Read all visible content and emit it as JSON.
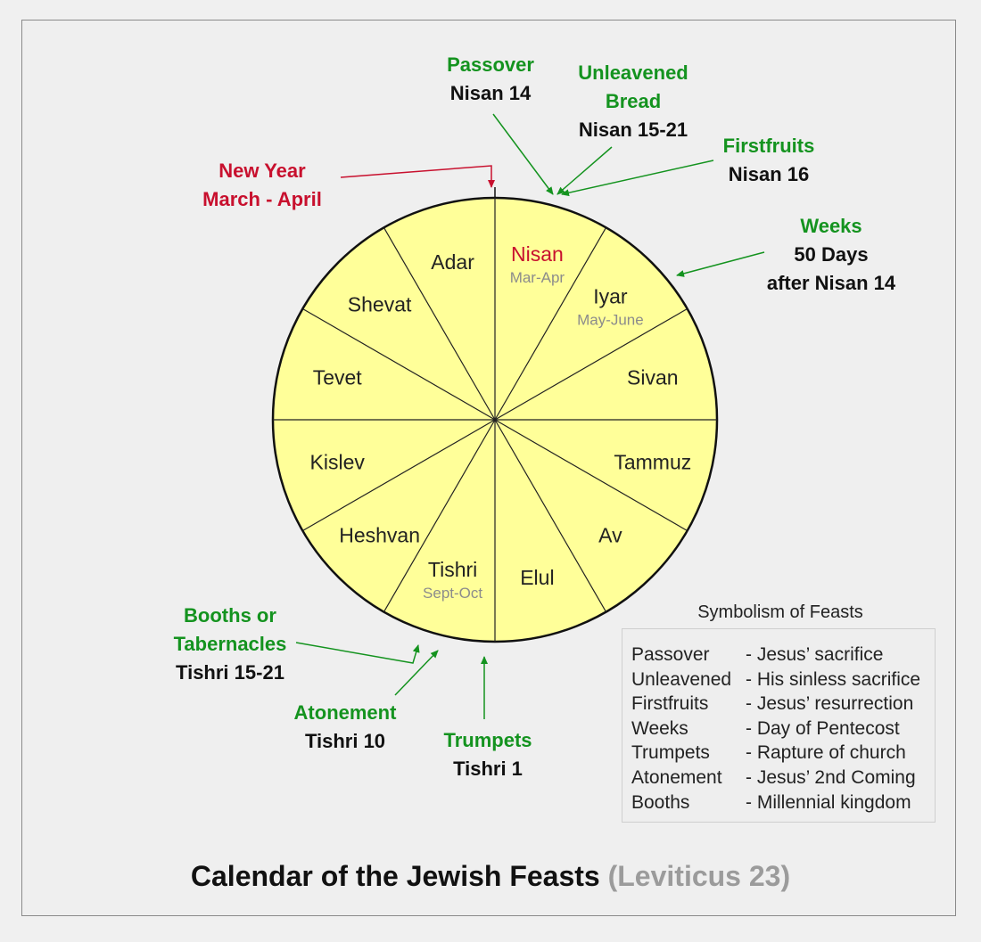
{
  "months": [
    {
      "name": "Nisan",
      "sub": "Mar-Apr",
      "highlight": true
    },
    {
      "name": "Iyar",
      "sub": "May-June"
    },
    {
      "name": "Sivan",
      "sub": ""
    },
    {
      "name": "Tammuz",
      "sub": ""
    },
    {
      "name": "Av",
      "sub": ""
    },
    {
      "name": "Elul",
      "sub": ""
    },
    {
      "name": "Tishri",
      "sub": "Sept-Oct"
    },
    {
      "name": "Heshvan",
      "sub": ""
    },
    {
      "name": "Kislev",
      "sub": ""
    },
    {
      "name": "Tevet",
      "sub": ""
    },
    {
      "name": "Shevat",
      "sub": ""
    },
    {
      "name": "Adar",
      "sub": ""
    }
  ],
  "feasts": {
    "new_year": {
      "name": "New Year",
      "date": "March - April"
    },
    "passover": {
      "name": "Passover",
      "date": "Nisan 14"
    },
    "unleavened": {
      "name_line1": "Unleavened",
      "name_line2": "Bread",
      "date": "Nisan 15-21"
    },
    "firstfruits": {
      "name": "Firstfruits",
      "date": "Nisan 16"
    },
    "weeks": {
      "name": "Weeks",
      "date_line1": "50 Days",
      "date_line2": "after Nisan 14"
    },
    "booths": {
      "name_line1": "Booths or",
      "name_line2": "Tabernacles",
      "date": "Tishri 15-21"
    },
    "atonement": {
      "name": "Atonement",
      "date": "Tishri 10"
    },
    "trumpets": {
      "name": "Trumpets",
      "date": "Tishri 1"
    }
  },
  "legend": {
    "title": "Symbolism of Feasts",
    "rows": [
      {
        "name": "Passover",
        "desc": "- Jesus’ sacrifice"
      },
      {
        "name": "Unleavened",
        "desc": "- His sinless sacrifice"
      },
      {
        "name": "Firstfruits",
        "desc": "- Jesus’ resurrection"
      },
      {
        "name": "Weeks",
        "desc": "- Day of Pentecost"
      },
      {
        "name": "Trumpets",
        "desc": "- Rapture of church"
      },
      {
        "name": "Atonement",
        "desc": "- Jesus’ 2nd Coming"
      },
      {
        "name": "Booths",
        "desc": "- Millennial kingdom"
      }
    ]
  },
  "footer": {
    "title": "Calendar of the Jewish Feasts",
    "reference": "(Leviticus 23)"
  },
  "colors": {
    "feast_green": "#14931f",
    "new_year_red": "#c8102e",
    "wheel_fill": "#ffff99",
    "month_sub_gray": "#8c8c8c"
  }
}
